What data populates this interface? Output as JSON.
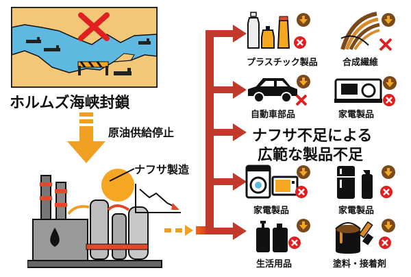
{
  "labels": {
    "strait": "ホルムズ海峡封鎖",
    "supply_stop": "原油供給停止",
    "naphtha_production": "ナフサ製造",
    "shortage_line1": "ナフサ不足による",
    "shortage_line2": "広範な製品不足"
  },
  "products": [
    {
      "label": "プラスチック製品",
      "icon": "plastic-bottles-icon"
    },
    {
      "label": "合成繊維",
      "icon": "synthetic-fiber-icon"
    },
    {
      "label": "自動車部品",
      "icon": "car-icon"
    },
    {
      "label": "家電製品",
      "icon": "air-conditioner-icon"
    },
    {
      "label": "家電製品",
      "icon": "washer-microwave-icon"
    },
    {
      "label": "家電製品",
      "icon": "fridge-spray-icon"
    },
    {
      "label": "生活用品",
      "icon": "shampoo-bottles-icon"
    },
    {
      "label": "塗料・接着剤",
      "icon": "paint-can-brush-icon"
    }
  ],
  "colors": {
    "arrow_red": "#c0392b",
    "arrow_orange": "#f0a020",
    "badge_brown": "#7a4a1c",
    "badge_red": "#e02020",
    "sea": "#5fb8e0",
    "land": "#f2c778"
  }
}
